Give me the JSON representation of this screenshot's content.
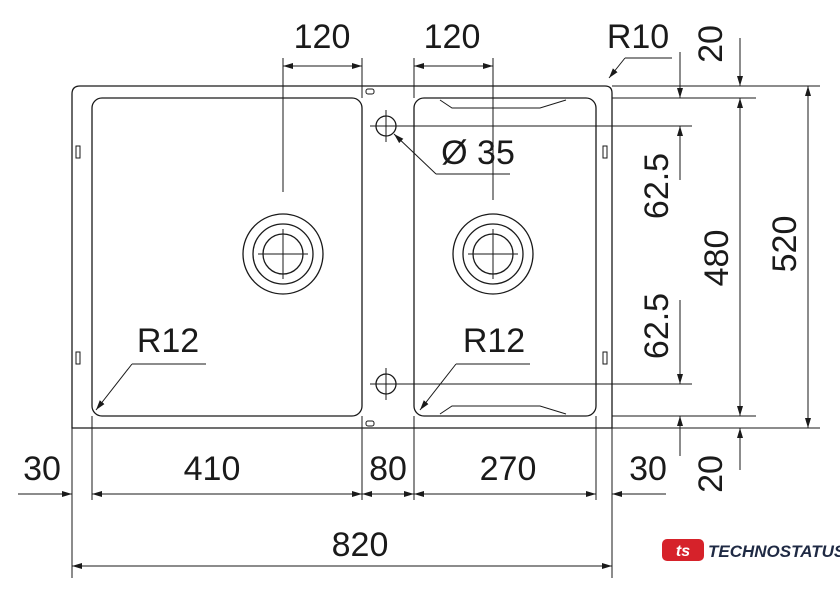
{
  "labels": {
    "left_bowl_drain_offset": "120",
    "right_bowl_drain_offset": "120",
    "corner_radius_outer": "R10",
    "tap_hole_diameter": "Ø 35",
    "left_bowl_radius": "R12",
    "right_bowl_radius": "R12",
    "left_margin": "30",
    "left_bowl_width": "410",
    "bridge_width": "80",
    "right_bowl_width": "270",
    "right_margin": "30",
    "total_width": "820",
    "top_margin": "20",
    "upper_hole_offset": "62.5",
    "bowl_depth": "480",
    "lower_hole_offset": "62.5",
    "total_depth": "520",
    "bottom_margin": "20"
  },
  "brand": {
    "logo_mark": "ts",
    "name": "TECHNOSTATUS",
    "logo_color": "#d6222a",
    "text_color": "#1f2a44"
  }
}
